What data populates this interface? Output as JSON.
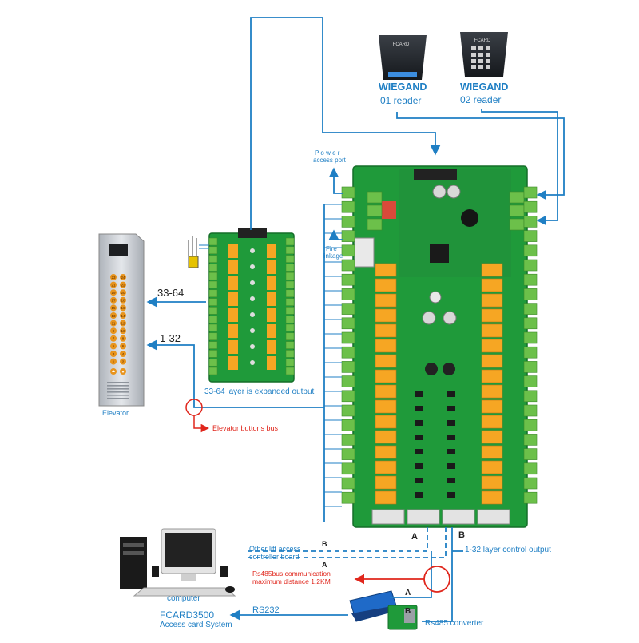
{
  "colors": {
    "wire_blue": "#1f7fc4",
    "wire_red": "#e0261c",
    "pcb_green": "#1f9a3a",
    "relay_orange": "#f6a623",
    "terminal_green": "#6cc04a",
    "panel_silver": "#c8ccd2",
    "button_orange": "#e8941c"
  },
  "readers": {
    "r1": {
      "line1": "WIEGAND",
      "line2": "01 reader",
      "brand": "FCARD"
    },
    "r2": {
      "line1": "WIEGAND",
      "line2": "02 reader",
      "brand": "FCARD"
    }
  },
  "power_port": {
    "line1": "P o w e r",
    "line2": "access port"
  },
  "fire": {
    "line1": "Fire",
    "line2": "linkage"
  },
  "expansion_board": {
    "caption": "33-64 layer is expanded output"
  },
  "elevator": {
    "label": "Elevator",
    "button_rows": [
      [
        "23",
        "24"
      ],
      [
        "21",
        "22"
      ],
      [
        "19",
        "20"
      ],
      [
        "17",
        "18"
      ],
      [
        "15",
        "16"
      ],
      [
        "13",
        "14"
      ],
      [
        "11",
        "12"
      ],
      [
        "9",
        "10"
      ],
      [
        "7",
        "8"
      ],
      [
        "5",
        "6"
      ],
      [
        "3",
        "4"
      ],
      [
        "1",
        "2"
      ]
    ],
    "range_high": "33-64",
    "range_low": "1-32"
  },
  "bus_label": "Elevator buttons bus",
  "lower": {
    "other_board_line1": "Other lift  access",
    "other_board_line2": "controller board",
    "rs485_line1": "Rs485bus communication",
    "rs485_line2": "maximum distance 1.2KM",
    "computer": "computer",
    "system_line1": "FCARD3500",
    "system_line2": "Access card System",
    "rs232": "RS232",
    "converter": "Rs485 converter",
    "layer_output": "1-32 layer control output",
    "wire_a": "A",
    "wire_b": "B"
  },
  "board_icons": [
    "chip-icon",
    "capacitor-icon",
    "buzzer-icon",
    "ethernet-port-icon"
  ]
}
